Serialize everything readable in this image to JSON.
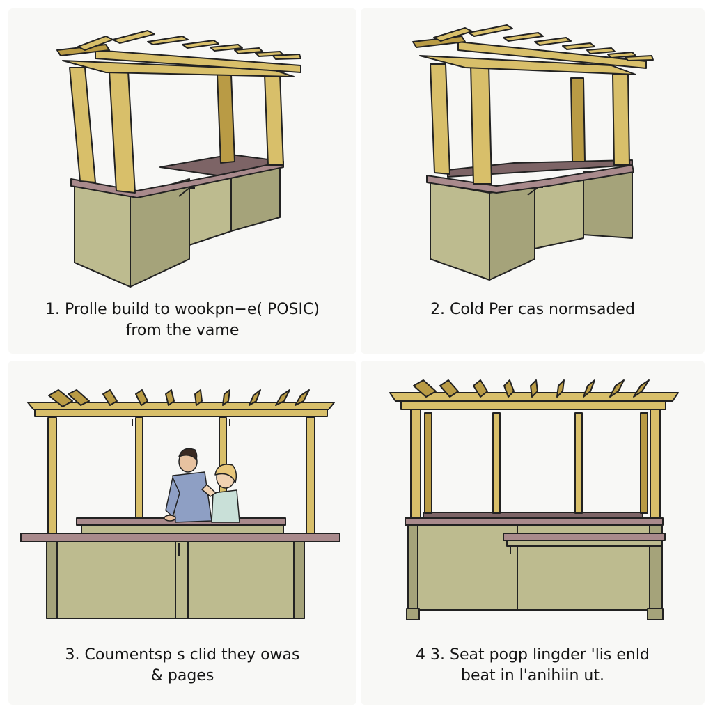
{
  "panels": [
    {
      "step": "1",
      "caption_lines": [
        "1. Prolle build to wookpn−e( POSIC)",
        "from the vame"
      ]
    },
    {
      "step": "2",
      "caption_lines": [
        "2. Cold Per cas normsaded"
      ]
    },
    {
      "step": "3",
      "caption_lines": [
        "3. Coumentsp s clid they owas",
        "& pages"
      ]
    },
    {
      "step": "4",
      "caption_lines": [
        "4 3. Seat pogp lingder 'lis enld",
        "beat in  l'anihiin ut."
      ]
    }
  ],
  "colors": {
    "wood": "#d8bf6a",
    "wood_shade": "#b99b45",
    "counter_top": "#a98a8c",
    "counter_top_dark": "#7d6466",
    "base": "#bdbb8f",
    "base_shade": "#a5a37a",
    "outline": "#222222"
  },
  "icons": {
    "people": "couple-figures-illustration"
  }
}
